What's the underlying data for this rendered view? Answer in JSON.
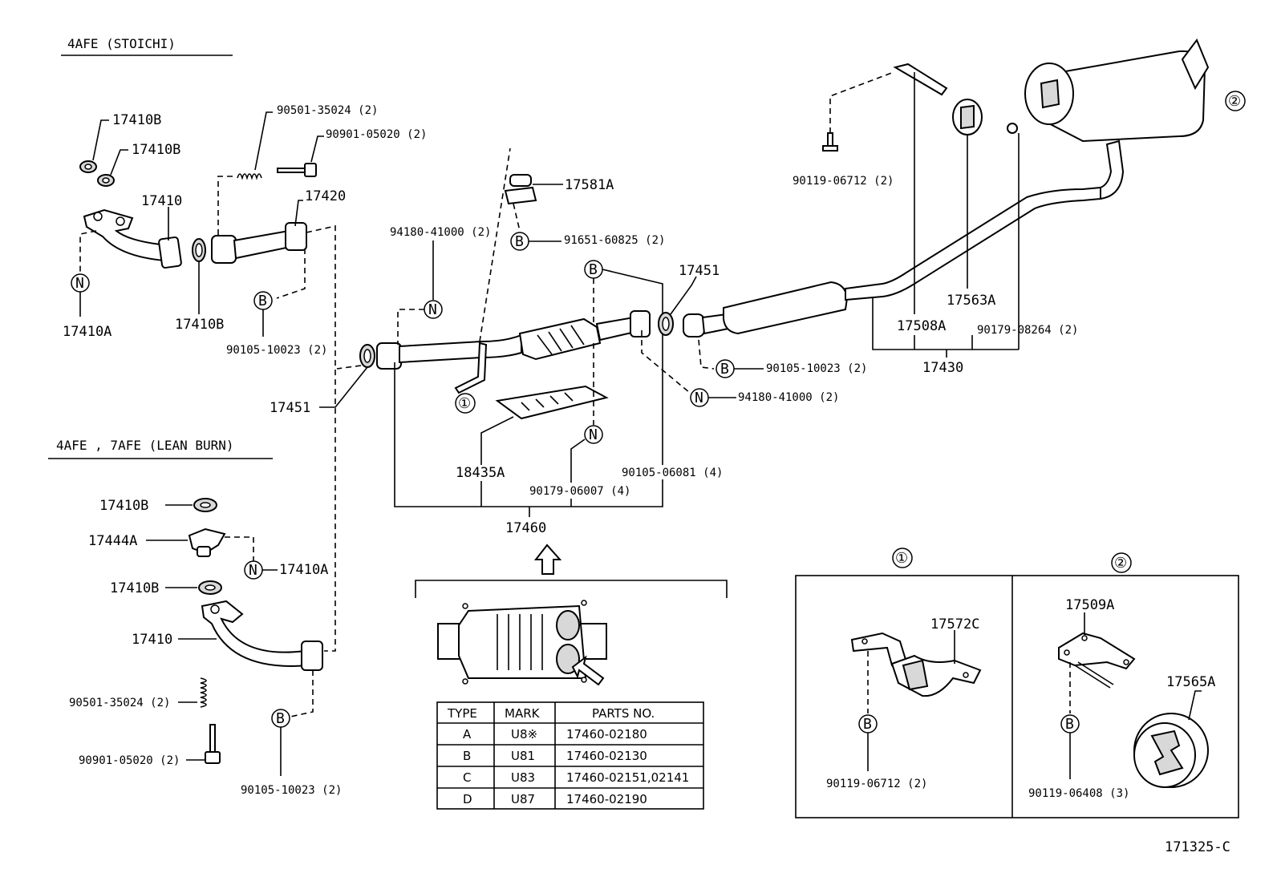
{
  "sections": {
    "stoichi": "4AFE  (STOICHI)",
    "lean_burn": "4AFE , 7AFE  (LEAN BURN)"
  },
  "markers": {
    "N": "N",
    "B": "B",
    "one": "①",
    "two": "②"
  },
  "labels": {
    "p17410B_1": "17410B",
    "p17410B_2": "17410B",
    "p17410": "17410",
    "p90501_top": "90501-35024 (2)",
    "p90901_top": "90901-05020 (2)",
    "p17420": "17420",
    "p17410A_top": "17410A",
    "p17410B_3": "17410B",
    "p90105_top": "90105-10023 (2)",
    "p17451_left": "17451",
    "p94180_top": "94180-41000 (2)",
    "p17581A": "17581A",
    "p91651": "91651-60825 (2)",
    "p17451_right": "17451",
    "p90105_mid": "90105-10023 (2)",
    "p94180_mid": "94180-41000 (2)",
    "p18435A": "18435A",
    "p90179_06007": "90179-06007 (4)",
    "p90105_06081": "90105-06081 (4)",
    "p17460": "17460",
    "p90119_06712_top": "90119-06712 (2)",
    "p17563A": "17563A",
    "p17508A": "17508A",
    "p90179_08264": "90179-08264 (2)",
    "p17430": "17430",
    "lb_17410B_a": "17410B",
    "lb_17444A": "17444A",
    "lb_17410A": "17410A",
    "lb_17410B_b": "17410B",
    "lb_17410": "17410",
    "lb_90501": "90501-35024 (2)",
    "lb_90901": "90901-05020 (2)",
    "lb_90105": "90105-10023 (2)",
    "d1_17572C": "17572C",
    "d1_90119": "90119-06712 (2)",
    "d2_17509A": "17509A",
    "d2_17565A": "17565A",
    "d2_90119": "90119-06408 (3)",
    "drawing_no": "171325-C"
  },
  "parts_table": {
    "headers": [
      "TYPE",
      "MARK",
      "PARTS NO."
    ],
    "rows": [
      [
        "A",
        "U8※",
        "17460-02180"
      ],
      [
        "B",
        "U81",
        "17460-02130"
      ],
      [
        "C",
        "U83",
        "17460-02151,02141"
      ],
      [
        "D",
        "U87",
        "17460-02190"
      ]
    ]
  }
}
